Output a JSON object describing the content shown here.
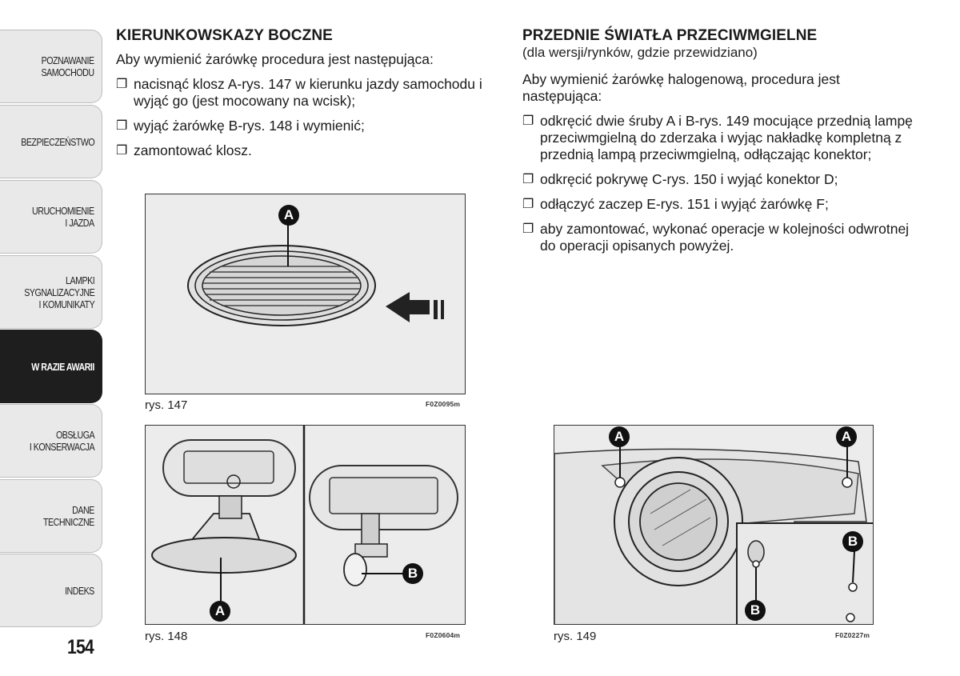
{
  "sidebar": {
    "tabs": [
      {
        "label": "POZNAWANIE\nSAMOCHODU",
        "active": false
      },
      {
        "label": "BEZPIECZEŃSTWO",
        "active": false
      },
      {
        "label": "URUCHOMIENIE\nI JAZDA",
        "active": false
      },
      {
        "label": "LAMPKI\nSYGNALIZACYJNE\nI KOMUNIKATY",
        "active": false
      },
      {
        "label": "W RAZIE AWARII",
        "active": true
      },
      {
        "label": "OBSŁUGA\nI KONSERWACJA",
        "active": false
      },
      {
        "label": "DANE\nTECHNICZNE",
        "active": false
      },
      {
        "label": "INDEKS",
        "active": false
      }
    ]
  },
  "page_number": "154",
  "left_section": {
    "title": "KIERUNKOWSKAZY BOCZNE",
    "intro": "Aby wymienić żarówkę procedura jest następująca:",
    "steps": [
      "nacisnąć klosz A-rys. 147 w kierunku jazdy samochodu i wyjąć go (jest mocowany na wcisk);",
      "wyjąć żarówkę B-rys. 148 i wymienić;",
      "zamontować klosz."
    ]
  },
  "right_section": {
    "title": "PRZEDNIE ŚWIATŁA PRZECIWMGIELNE",
    "subtitle": "(dla wersji/rynków, gdzie przewidziano)",
    "intro": "Aby wymienić żarówkę halogenową, procedura jest następująca:",
    "steps": [
      "odkręcić dwie śruby A i B-rys. 149 mocujące przednią lampę przeciwmgielną do zderzaka i wyjąc nakładkę kompletną z przednią lampą przeciwmgielną, odłączając konektor;",
      "odkręcić pokrywę C-rys. 150 i wyjąć konektor D;",
      "odłączyć zaczep E-rys. 151 i wyjąć żarówkę F;",
      "aby zamontować, wykonać operacje w kolejności odwrotnej do operacji opisanych powyżej."
    ]
  },
  "figures": {
    "fig147": {
      "caption": "rys. 147",
      "code": "F0Z0095m",
      "callouts": [
        "A"
      ]
    },
    "fig148": {
      "caption": "rys. 148",
      "code": "F0Z0604m",
      "callouts": [
        "A",
        "B"
      ]
    },
    "fig149": {
      "caption": "rys. 149",
      "code": "F0Z0227m",
      "callouts": [
        "A",
        "A",
        "B",
        "B"
      ]
    }
  },
  "colors": {
    "active_tab": "#1e1e1e",
    "tab_bg": "#e9e9e9",
    "figure_bg": "#ececec"
  }
}
